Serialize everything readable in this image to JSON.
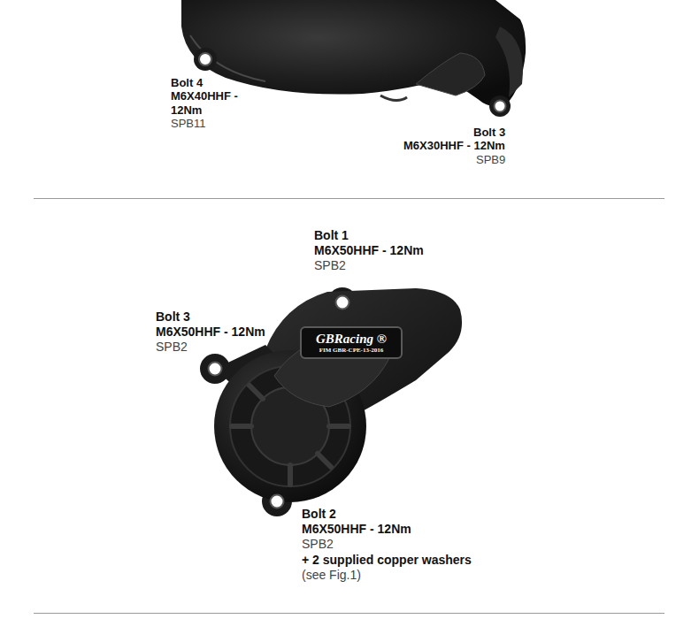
{
  "diagram": {
    "nodes": [
      {
        "text": [
          "GBRacing ®",
          "FIM GBR-CPE-13-2016"
        ]
      }
    ],
    "labels": [
      "Bolt 4",
      "M6X40HHF - 12Nm",
      "SPB11",
      "Bolt 3",
      "M6X30HHF - 12Nm",
      "SPB9",
      "Bolt 1",
      "M6X50HHF - 12Nm",
      "SPB2",
      "Bolt 3",
      "M6X50HHF - 12Nm",
      "SPB2",
      "Bolt 2",
      "M6X50HHF - 12Nm",
      "SPB2",
      "+ 2 supplied copper washers",
      "(see Fig.1)"
    ]
  }
}
